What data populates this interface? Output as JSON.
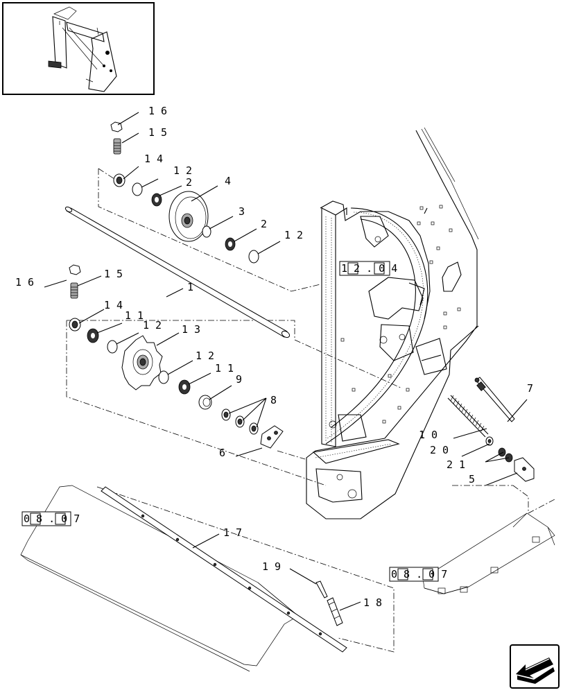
{
  "callouts": {
    "c1": "1",
    "c2a": "2",
    "c2b": "2",
    "c3": "3",
    "c4": "4",
    "c5": "5",
    "c6": "6",
    "c7": "7",
    "c8": "8",
    "c9": "9",
    "c10": "1 0",
    "c11a": "1 1",
    "c11b": "1 1",
    "c12a": "1 2",
    "c12b": "1 2",
    "c12c": "1 2",
    "c12d": "1 2",
    "c13": "1 3",
    "c14a": "1 4",
    "c14b": "1 4",
    "c15a": "1 5",
    "c15b": "1 5",
    "c16a": "1 6",
    "c16b": "1 6",
    "c17": "1 7",
    "c18": "1 8",
    "c19": "1 9",
    "c20": "2 0",
    "c21": "2 1"
  },
  "references": {
    "ref_1204": "1 2 . 0 4",
    "ref_0807_left": "0 8 . 0 7",
    "ref_0807_right": "0 8 . 0 7"
  },
  "icons": {
    "nav": "arrow-back-icon",
    "thumbnail": "assembly-location-thumbnail"
  }
}
